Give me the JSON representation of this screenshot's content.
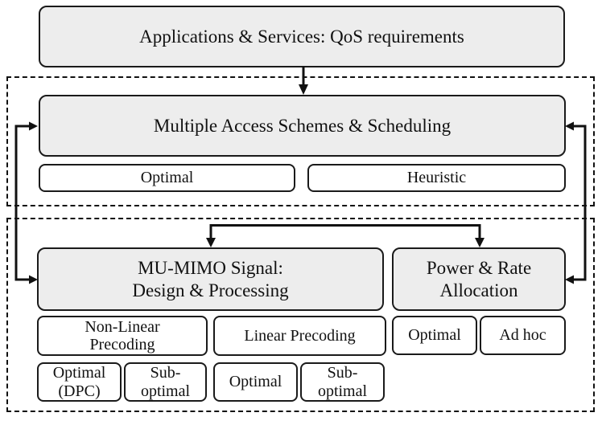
{
  "diagram": {
    "application_layer": {
      "label": "Applications & Services: QoS requirements"
    },
    "scheduling_layer": {
      "main": "Multiple Access Schemes & Scheduling",
      "methods": [
        "Optimal",
        "Heuristic"
      ]
    },
    "signal_power_layer": {
      "mu_mimo": "MU-MIMO Signal:\nDesign & Processing",
      "power_rate": "Power & Rate\nAllocation",
      "precoding_types": [
        "Non-Linear\nPrecoding",
        "Linear Precoding"
      ],
      "precoding_methods": [
        "Optimal\n(DPC)",
        "Sub-\noptimal",
        "Optimal",
        "Sub-\noptimal"
      ],
      "allocation_methods": [
        "Optimal",
        "Ad hoc"
      ]
    },
    "colors": {
      "box_fill": "#ededed",
      "subbox_fill": "#ffffff",
      "line": "#111111"
    }
  }
}
